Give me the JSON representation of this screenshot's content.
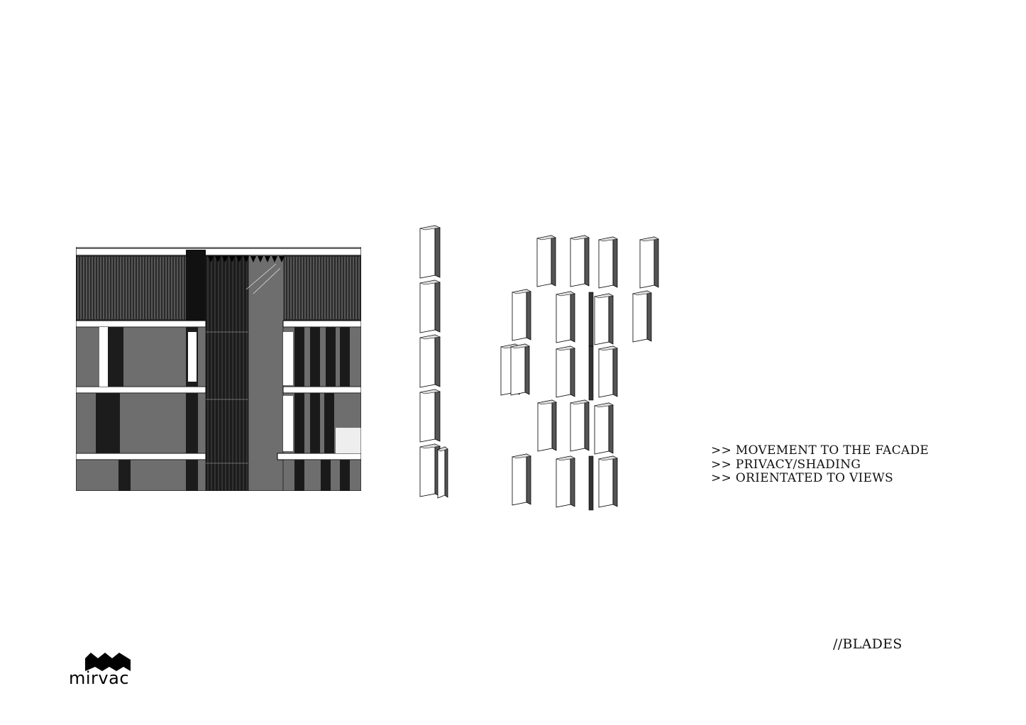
{
  "notes": [
    ">> MOVEMENT TO THE FACADE",
    ">> PRIVACY/SHADING",
    ">> ORIENTATED TO VIEWS"
  ],
  "page_title": "//BLADES",
  "logo": {
    "wordmark": "mirvac",
    "icon": "mirvac-logo-icon"
  },
  "colors": {
    "dark": "#1a1a1a",
    "mid": "#808080",
    "light": "#ffffff",
    "line": "#000000"
  }
}
